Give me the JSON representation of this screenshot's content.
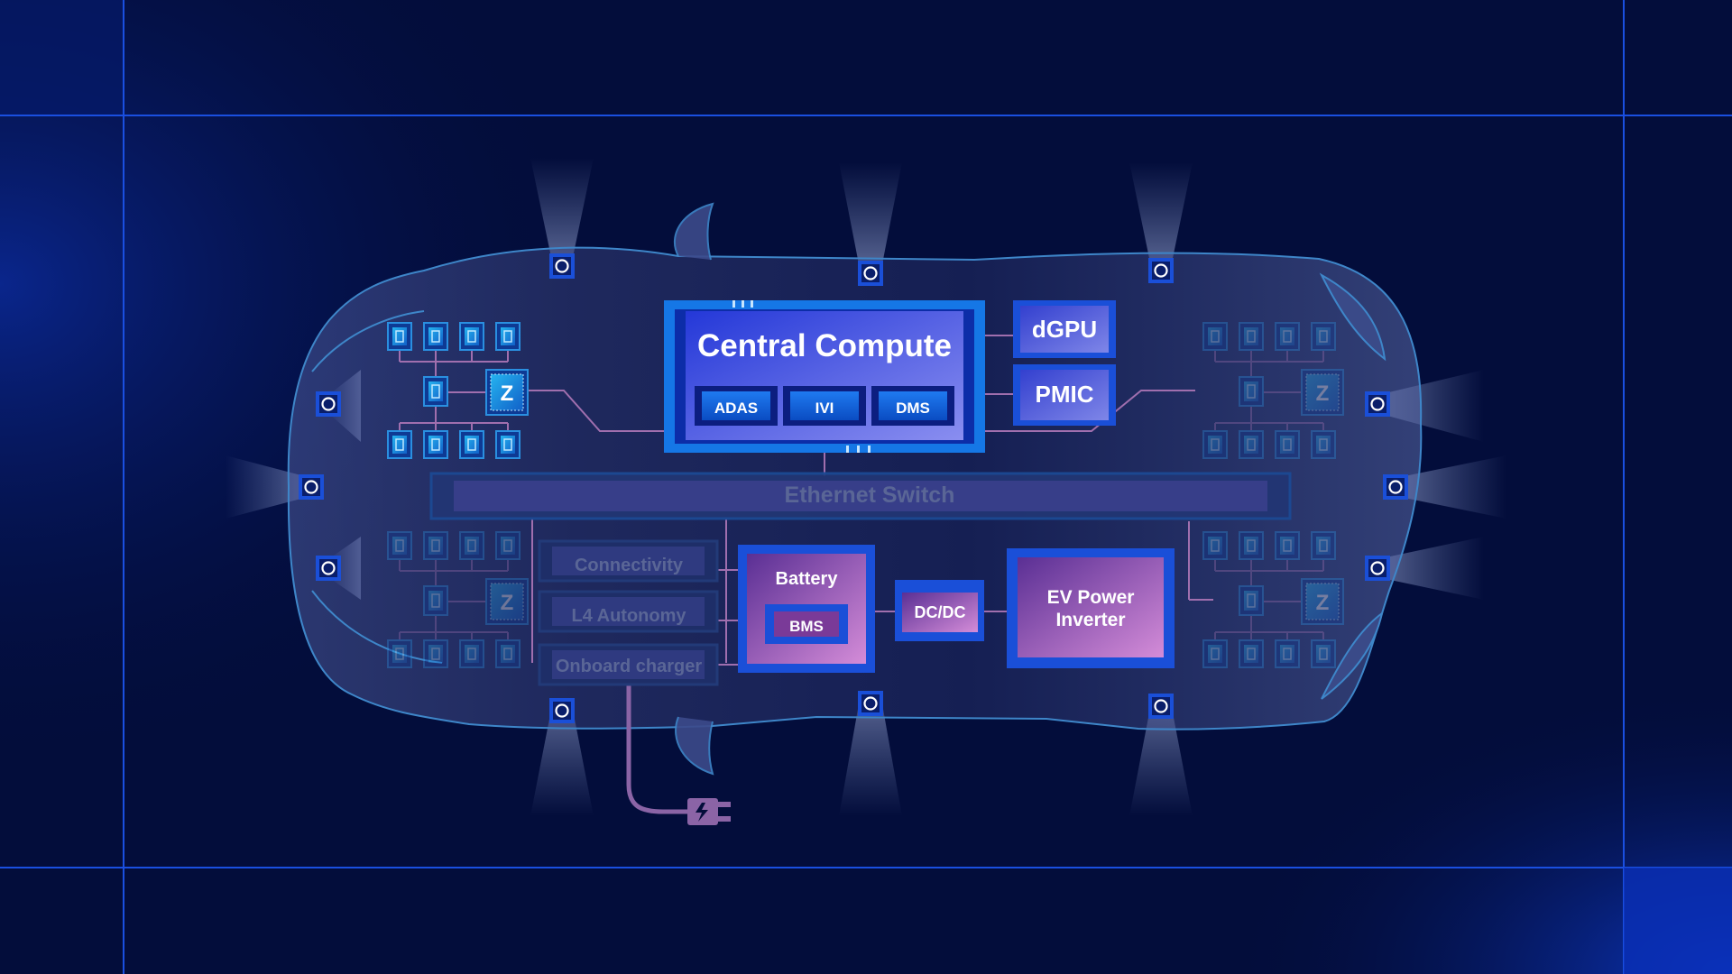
{
  "colors": {
    "background": "#030d3b",
    "frame_blue": "#1a4fe0",
    "car_outline": "#3e86c9",
    "compute_blue": "#1577e6",
    "power_purple": "#c67ad0",
    "connector_pink": "#a06fae"
  },
  "compute": {
    "central_compute": "Central Compute",
    "adas": "ADAS",
    "ivi": "IVI",
    "dms": "DMS",
    "dgpu": "dGPU",
    "pmic": "PMIC"
  },
  "network": {
    "ethernet_switch": "Ethernet Switch"
  },
  "modules": {
    "connectivity": "Connectivity",
    "l4_autonomy": "L4 Autonomy",
    "onboard_charger": "Onboard charger"
  },
  "power": {
    "battery": "Battery",
    "bms": "BMS",
    "dcdc": "DC/DC",
    "ev_power_inverter_line1": "EV Power",
    "ev_power_inverter_line2": "Inverter"
  },
  "zones": {
    "zone_letter": "Z"
  },
  "icons": {
    "sensor": "camera-sensor-icon",
    "plug": "ev-plug-icon",
    "chip": "chip-icon"
  }
}
